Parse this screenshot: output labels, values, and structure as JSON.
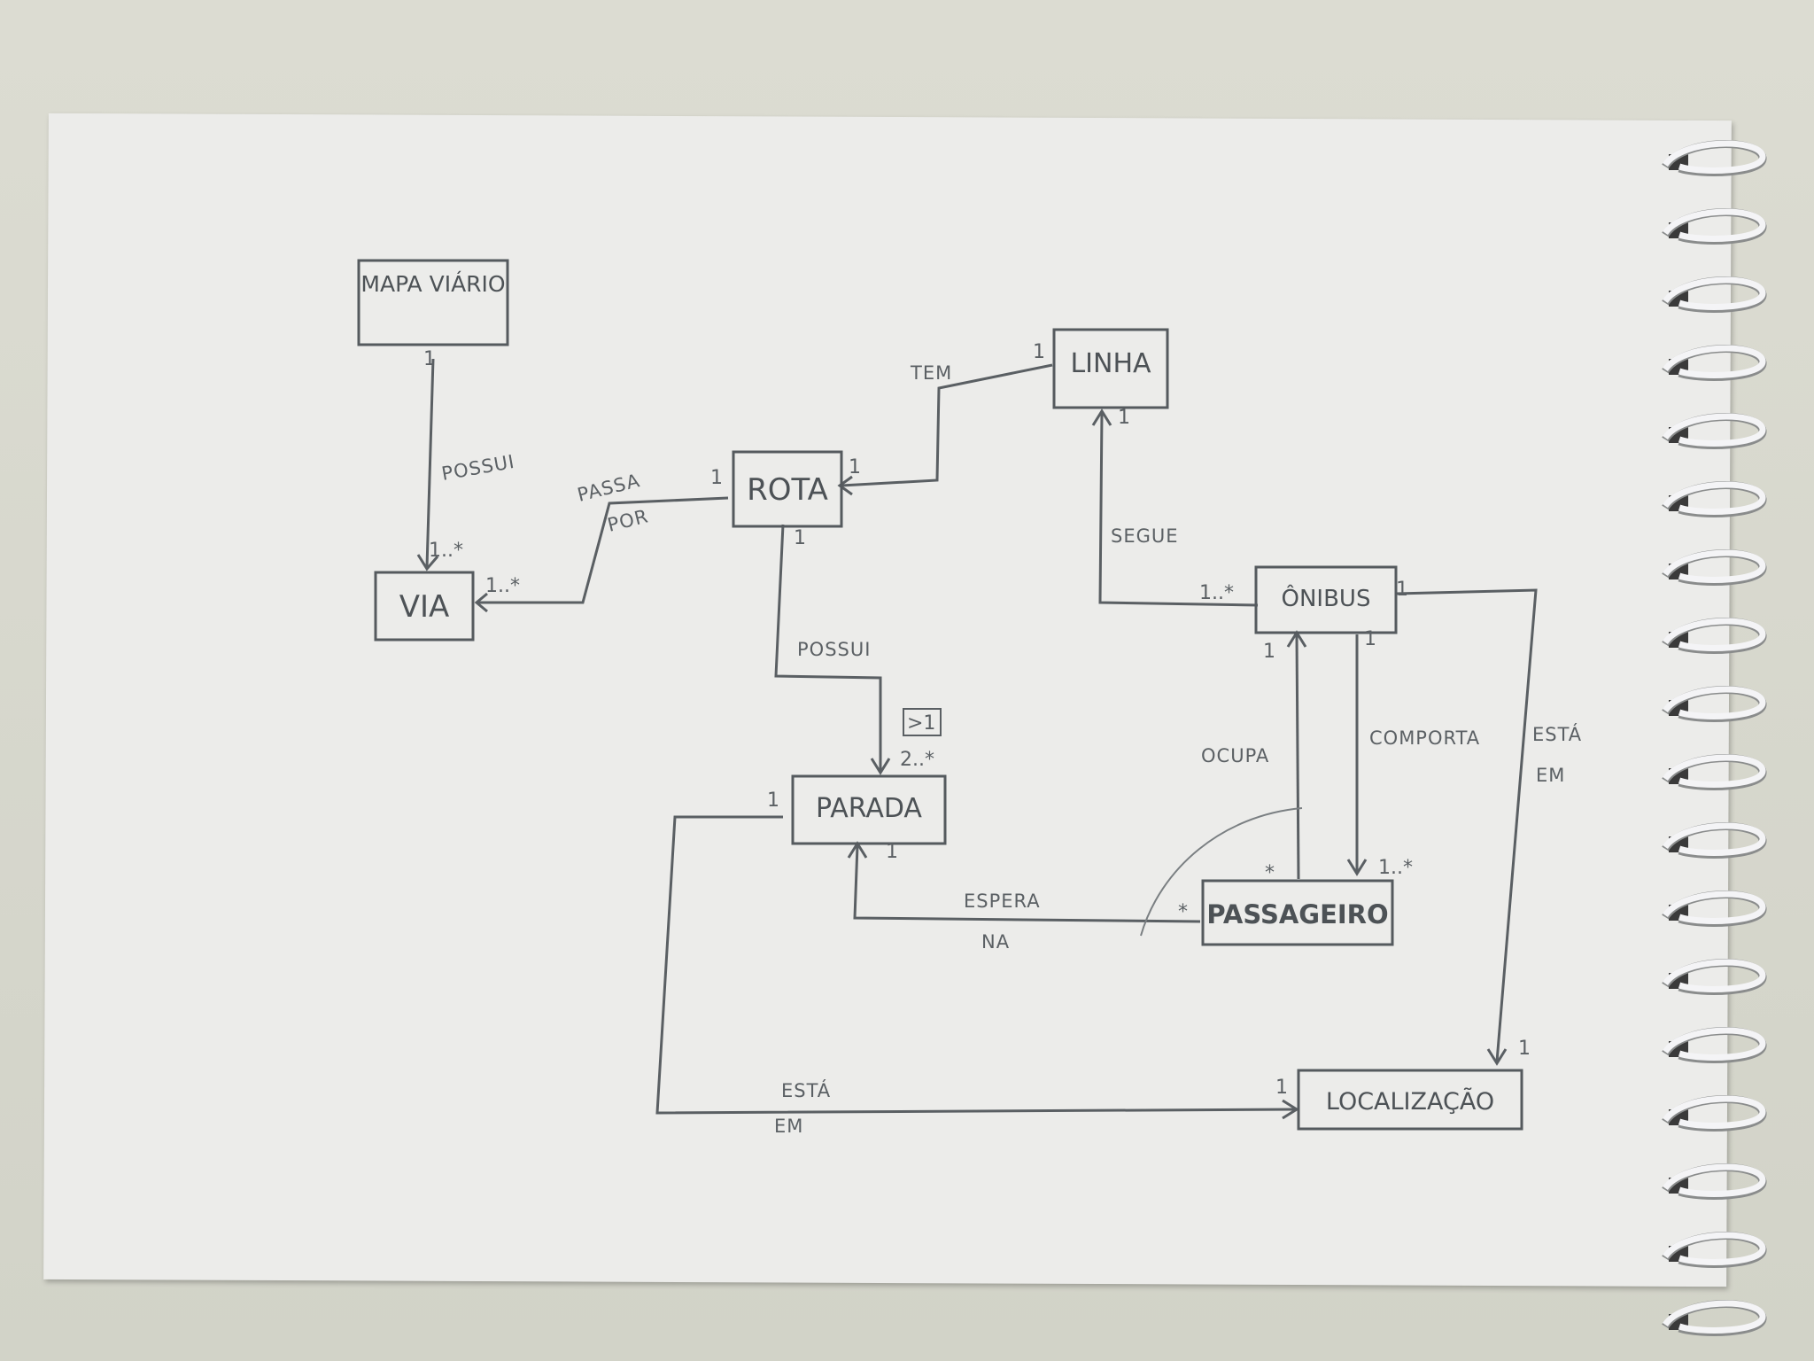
{
  "entities": {
    "mapa_viario": "MAPA VIÁRIO",
    "via": "VIA",
    "rota": "ROTA",
    "linha": "LINHA",
    "onibus": "ÔNIBUS",
    "parada": "PARADA",
    "passageiro": "PASSAGEIRO",
    "localizacao": "LOCALIZAÇÃO"
  },
  "relations": {
    "mapa_possui_via": "POSSUI",
    "via_passa_por_rota_1": "PASSA",
    "via_passa_por_rota_2": "POR",
    "linha_tem_rota": "TEM",
    "onibus_segue_linha": "SEGUE",
    "rota_possui_parada": "POSSUI",
    "passageiro_ocupa_onibus": "OCUPA",
    "onibus_comporta_passageiro": "COMPORTA",
    "onibus_esta_em_1": "ESTÁ",
    "onibus_esta_em_2": "EM",
    "passageiro_espera_1": "ESPERA",
    "passageiro_espera_2": "NA",
    "parada_esta_em_1": "ESTÁ",
    "parada_esta_em_2": "EM"
  },
  "multiplicities": {
    "mapa_side": "1",
    "via_side_from_mapa": "1..*",
    "via_side_from_rota": "1..*",
    "rota_side_from_via": "1",
    "rota_side_from_linha": "1",
    "linha_side_to_rota": "1",
    "linha_side_from_onibus": "1",
    "onibus_side_to_linha": "1..*",
    "rota_side_to_parada": "1",
    "parada_side_boxed": ">1",
    "parada_side": "2..*",
    "onibus_side_ocupa": "1",
    "onibus_side_comporta": "1",
    "passageiro_side_ocupa": "*",
    "passageiro_side_comporta": "1..*",
    "onibus_side_esta": "1",
    "localizacao_side_from_onibus": "1",
    "parada_side_to_localizacao": "1",
    "localizacao_side_from_parada": "1",
    "parada_side_from_passageiro": "1",
    "passageiro_side_espera": "*"
  },
  "colors": {
    "pencil": "#555a5e",
    "paper": "#ececea",
    "desk": "#d6d6cc"
  }
}
